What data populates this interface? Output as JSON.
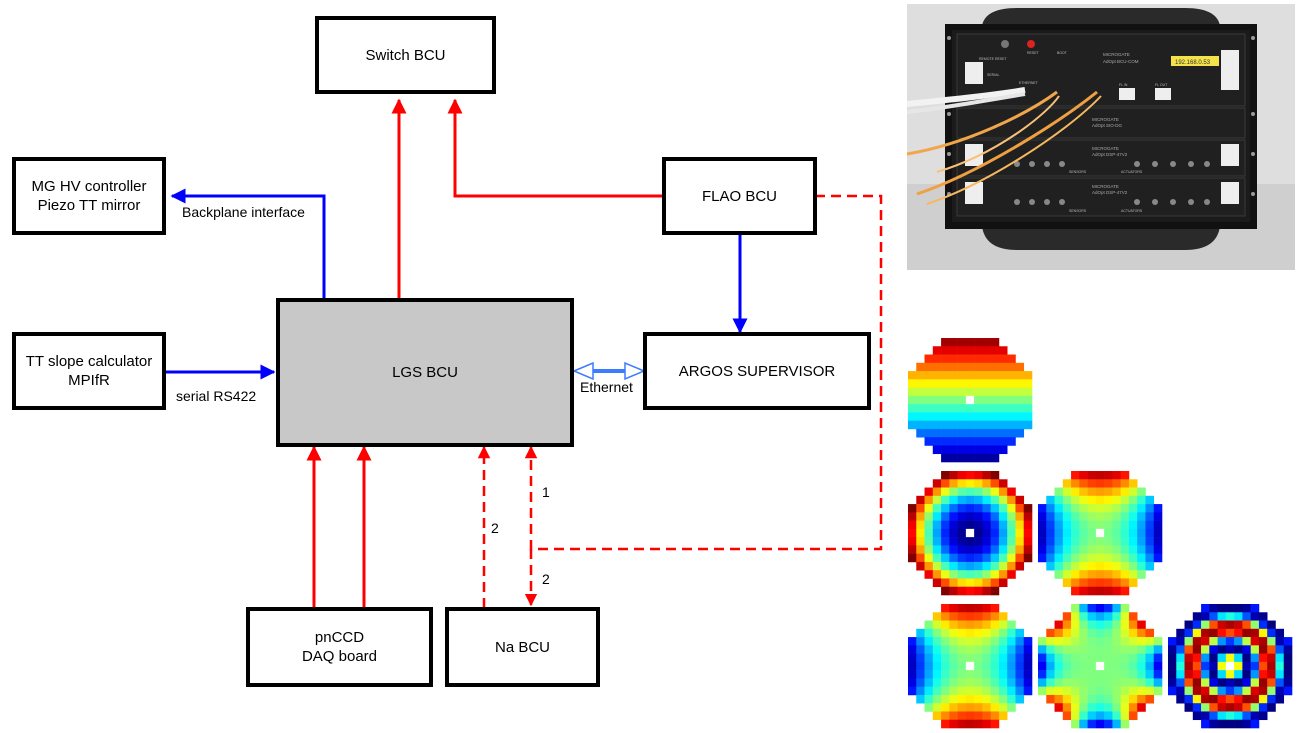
{
  "boxes": {
    "switch_bcu": "Switch BCU",
    "mg_hv_line1": "MG HV controller",
    "mg_hv_line2": "Piezo TT mirror",
    "flao_bcu": "FLAO BCU",
    "tt_slope_line1": "TT slope calculator",
    "tt_slope_line2": "MPIfR",
    "lgs_bcu": "LGS BCU",
    "argos_supervisor": "ARGOS SUPERVISOR",
    "pnccd_line1": "pnCCD",
    "pnccd_line2": "DAQ board",
    "na_bcu": "Na BCU"
  },
  "labels": {
    "backplane": "Backplane interface",
    "serial": "serial RS422",
    "ethernet": "Ethernet",
    "num_1": "1",
    "num_2_left": "2",
    "num_2_right": "2"
  },
  "photo": {
    "ip_address": "192.168.0.53",
    "brand_labels": [
      "MICROGATE",
      "MICROGATE",
      "MICROGATE",
      "MICROGATE"
    ],
    "module_names": [
      "AdOpt BCU-COM",
      "AdOpt SIO-DG",
      "AdOpt DSP-47V2",
      "AdOpt DSP-47V2"
    ],
    "panel_labels": [
      "REMOTE RESET",
      "RESET",
      "BOOT",
      "SERIAL",
      "ETHERNET",
      "FL IN",
      "FL OUT",
      "SENSORS",
      "ACTUATORS",
      "SENSORS",
      "ACTUATORS"
    ]
  },
  "colors": {
    "red": "#ff0000",
    "blue": "#0000ff",
    "ethernet_blue": "#3d7bff",
    "box_gray": "#c8c8c8"
  }
}
